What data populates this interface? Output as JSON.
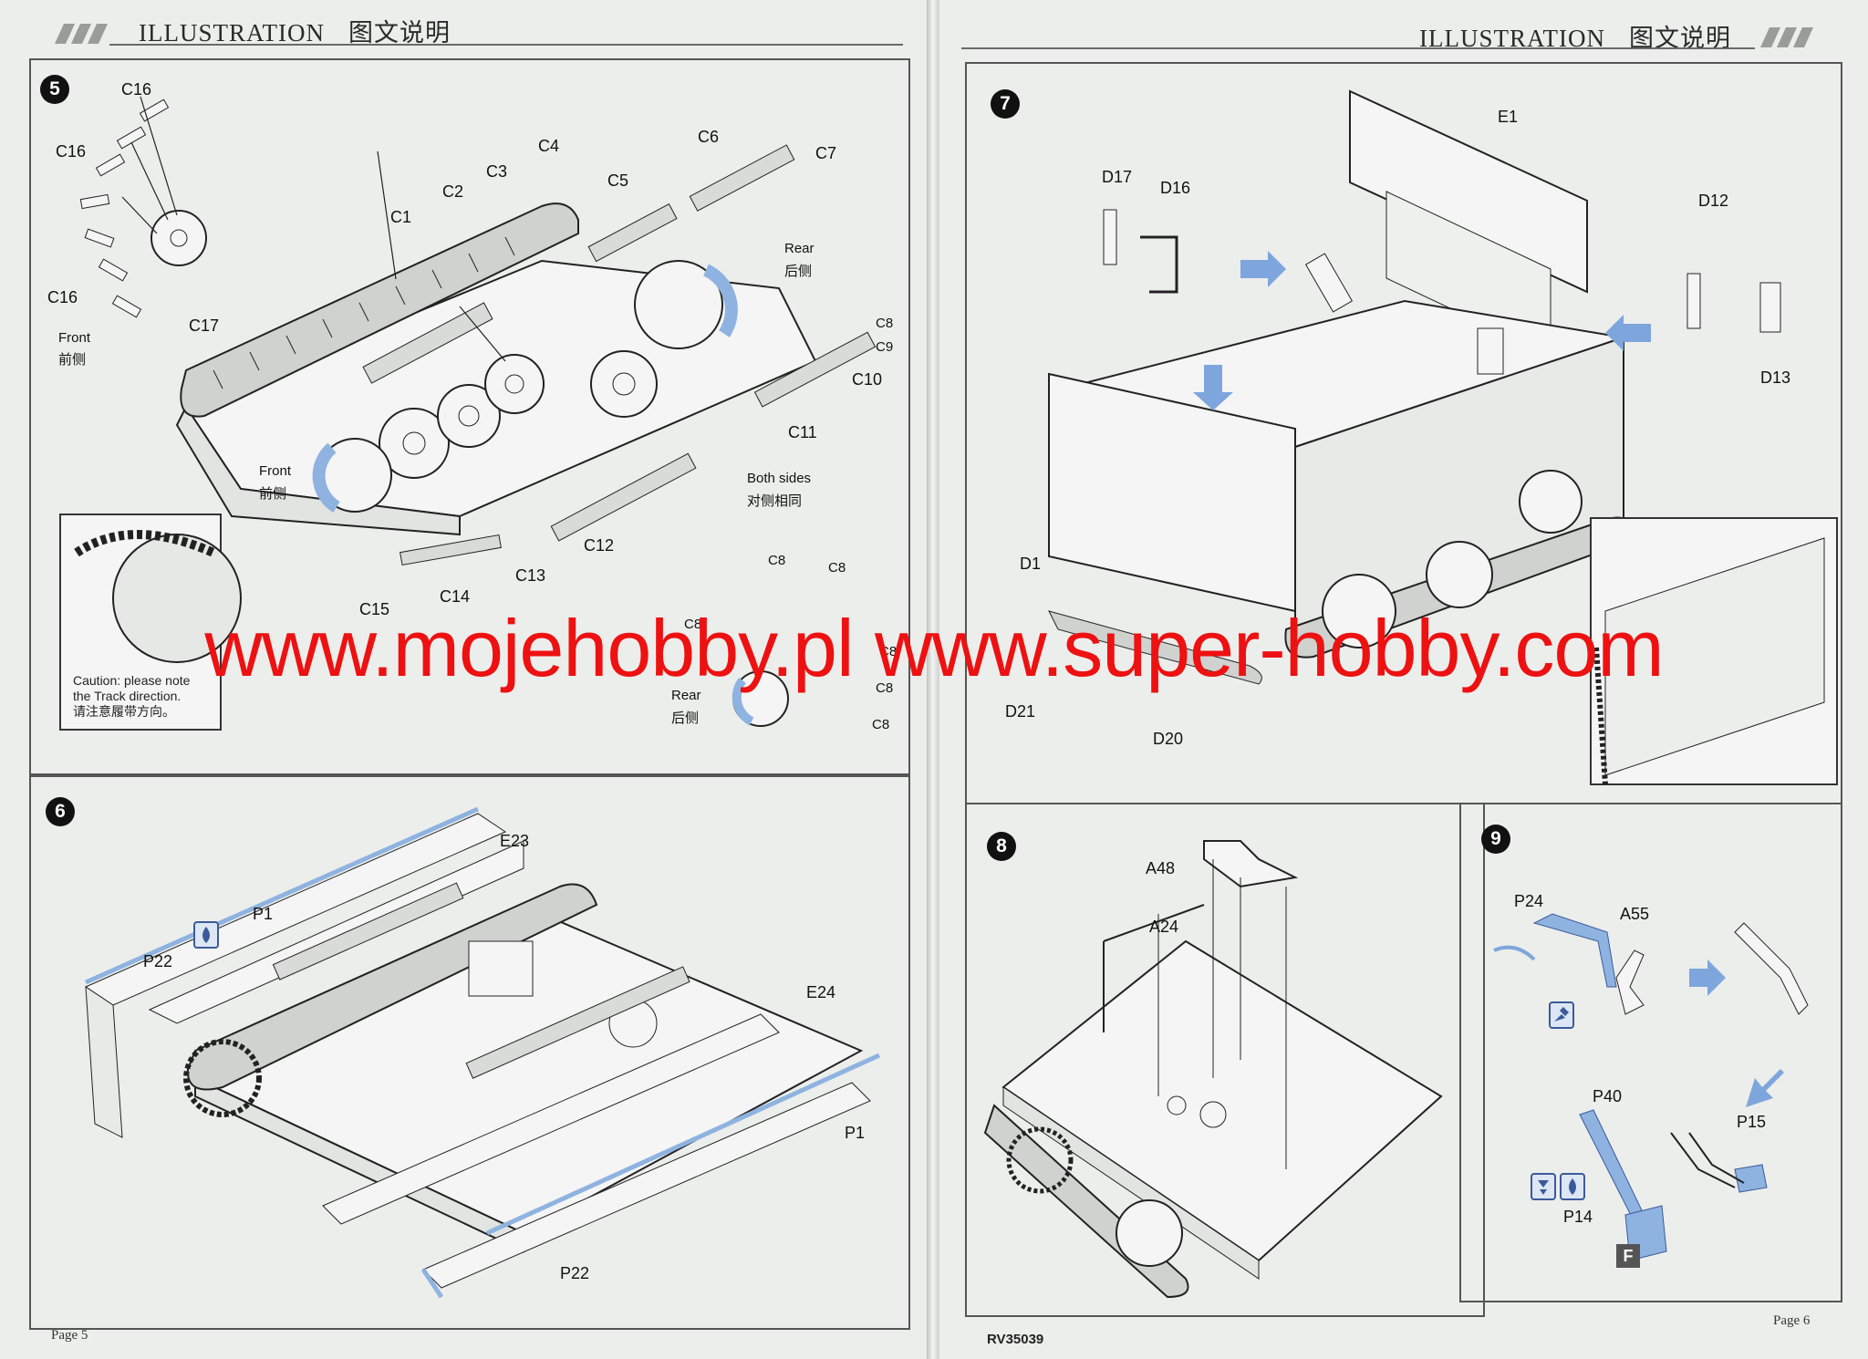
{
  "header": {
    "left_title": "ILLUSTRATION",
    "left_title_cn": "图文说明",
    "right_title": "ILLUSTRATION",
    "right_title_cn": "图文说明"
  },
  "steps": {
    "s5": {
      "number": "5",
      "labels": {
        "c16a": "C16",
        "c16b": "C16",
        "c16c": "C16",
        "front_top": "Front",
        "front_top_cn": "前侧",
        "c17": "C17",
        "c1": "C1",
        "c2": "C2",
        "c3": "C3",
        "c4": "C4",
        "c5": "C5",
        "c6": "C6",
        "c7": "C7",
        "rear_top": "Rear",
        "rear_top_cn": "后侧",
        "c8a": "C8",
        "c9": "C9",
        "c10": "C10",
        "c11": "C11",
        "front_bottom": "Front",
        "front_bottom_cn": "前侧",
        "both_sides": "Both sides",
        "both_sides_cn": "对侧相同",
        "c12": "C12",
        "c13": "C13",
        "c14": "C14",
        "c15": "C15",
        "c8b": "C8",
        "c8c": "C8",
        "c8d": "C8",
        "c8e": "C8",
        "c8f": "C8",
        "c8g": "C8",
        "rear_bottom": "Rear",
        "rear_bottom_cn": "后侧"
      },
      "caution_line1": "Caution: please note",
      "caution_line2": "the Track direction.",
      "caution_line3": "请注意履带方向。"
    },
    "s6": {
      "number": "6",
      "labels": {
        "e23": "E23",
        "p1a": "P1",
        "p22a": "P22",
        "e24": "E24",
        "p1b": "P1",
        "p22b": "P22"
      }
    },
    "s7": {
      "number": "7",
      "labels": {
        "e1": "E1",
        "d17": "D17",
        "d16": "D16",
        "d12": "D12",
        "d13": "D13",
        "d1": "D1",
        "d21": "D21",
        "d20": "D20"
      }
    },
    "s8": {
      "number": "8",
      "labels": {
        "a48": "A48",
        "a24": "A24"
      }
    },
    "s9": {
      "number": "9",
      "labels": {
        "p24": "P24",
        "a55": "A55",
        "p40": "P40",
        "p15": "P15",
        "p14": "P14"
      },
      "badge": "F"
    }
  },
  "watermark": "www.mojehobby.pl www.super-hobby.com",
  "footer": {
    "left_page_word": "Page",
    "left_page_num": "5",
    "kit_code": "RV35039",
    "right_page_word": "Page",
    "right_page_num": "6"
  },
  "colors": {
    "paper": "#eceeec",
    "part_highlight": "#8fb3e0",
    "arrow_blue": "#7ea6dc",
    "watermark_red": "#ee1111"
  },
  "icons": [
    "glue-icon",
    "paint-icon",
    "drill-icon",
    "optional-part-icon"
  ]
}
